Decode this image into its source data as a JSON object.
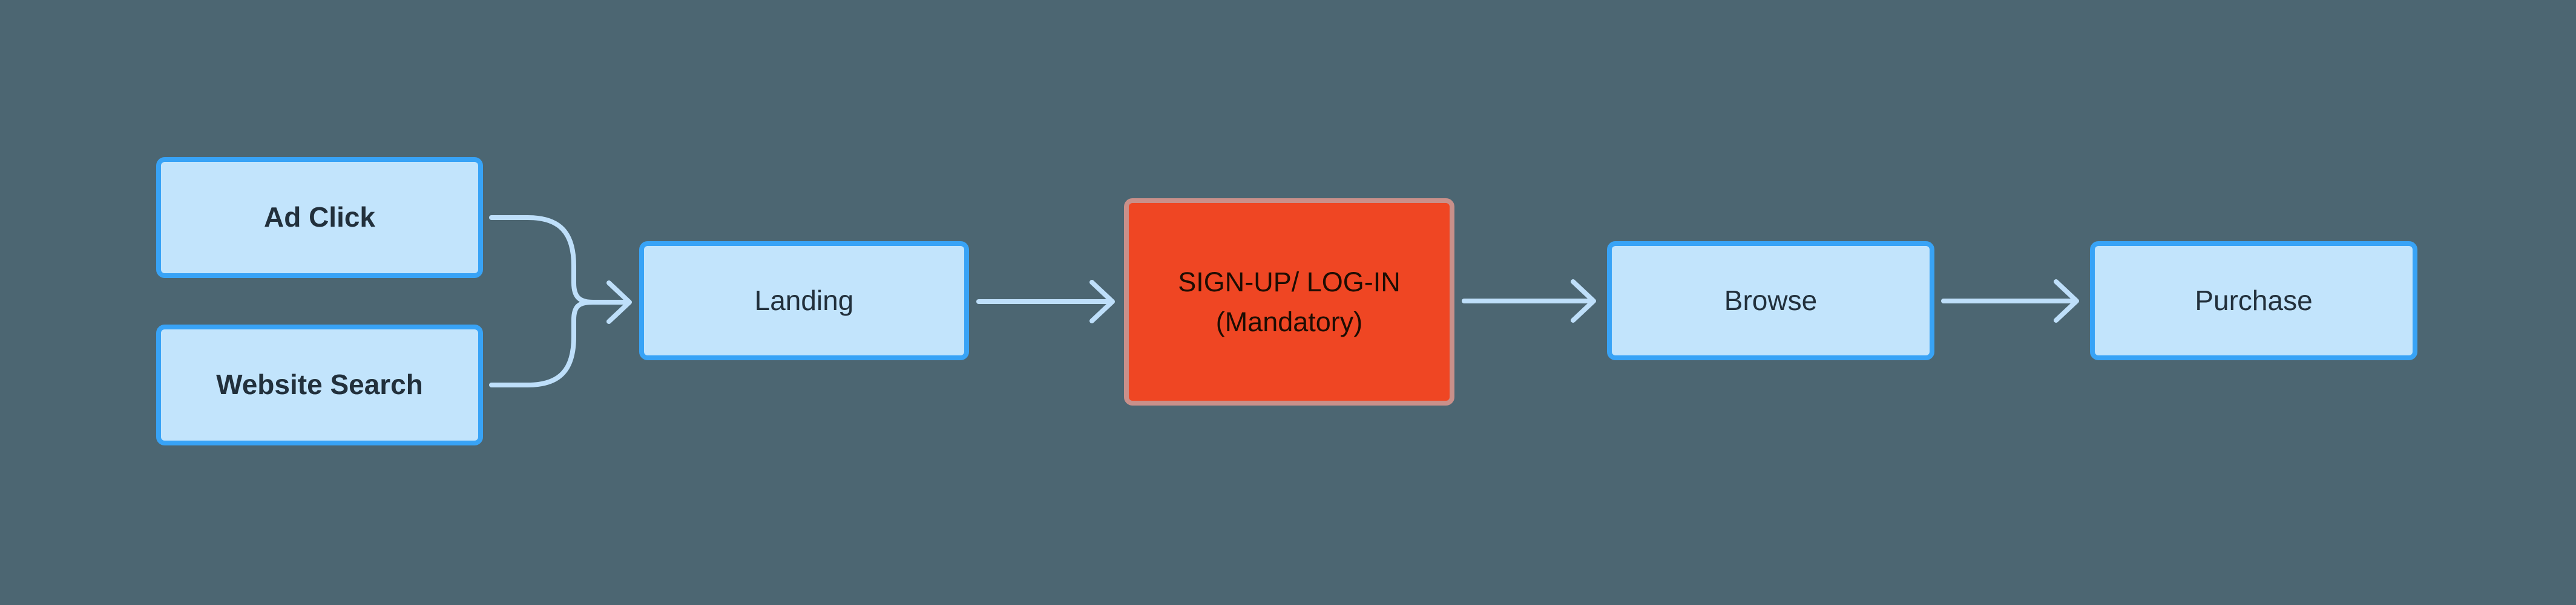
{
  "colors": {
    "background": "#4C6672",
    "node-fill": "#C2E4FC",
    "node-border": "#38A3F6",
    "node-text": "#22303C",
    "highlight-fill": "#EF4623",
    "highlight-border": "#C9908A",
    "highlight-text": "#1D0D03",
    "connector": "#BEDFFA"
  },
  "nodes": {
    "ad_click": {
      "label": "Ad Click"
    },
    "website_search": {
      "label": "Website Search"
    },
    "landing": {
      "label": "Landing"
    },
    "signup": {
      "line1": "SIGN-UP/ LOG-IN",
      "line2": "(Mandatory)"
    },
    "browse": {
      "label": "Browse"
    },
    "purchase": {
      "label": "Purchase"
    }
  },
  "edges": [
    {
      "from": "Ad Click",
      "to": "Landing"
    },
    {
      "from": "Website Search",
      "to": "Landing"
    },
    {
      "from": "Landing",
      "to": "SIGN-UP/ LOG-IN (Mandatory)"
    },
    {
      "from": "SIGN-UP/ LOG-IN (Mandatory)",
      "to": "Browse"
    },
    {
      "from": "Browse",
      "to": "Purchase"
    }
  ]
}
